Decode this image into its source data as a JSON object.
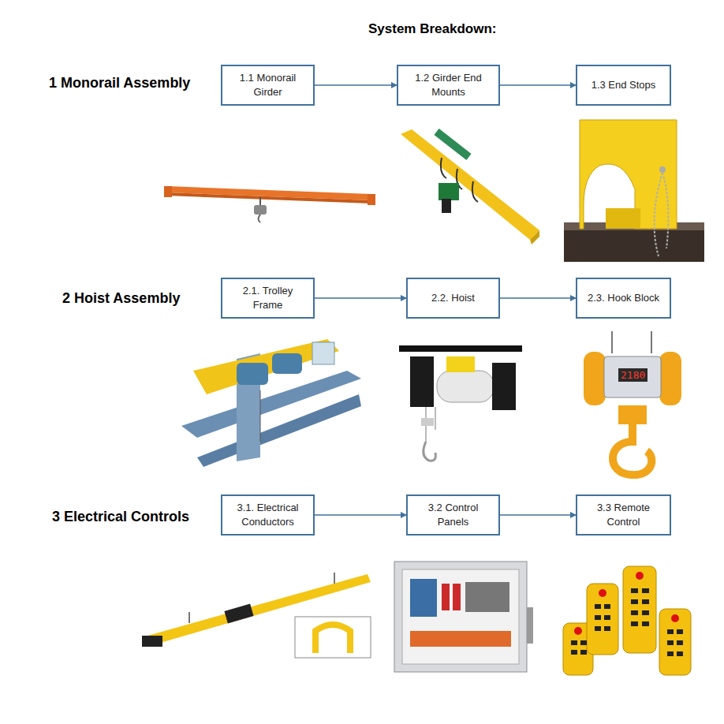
{
  "diagram": {
    "title": "System Breakdown:",
    "nodes": [
      {
        "text": [
          "1.1 Monorail Girder"
        ]
      },
      {
        "text": [
          "1.2 Girder End Mounts"
        ]
      },
      {
        "text": [
          "1.3 End Stops"
        ]
      },
      {
        "text": [
          "2.1. Trolley Frame"
        ]
      },
      {
        "text": [
          "2.2. Hoist"
        ]
      },
      {
        "text": [
          "2.3. Hook Block"
        ]
      },
      {
        "text": [
          "3.1. Electrical Conductors"
        ]
      },
      {
        "text": [
          "3.2 Control Panels"
        ]
      },
      {
        "text": [
          "3.3 Remote Control"
        ]
      }
    ],
    "edges": [
      {
        "from": 0,
        "to": 1,
        "arrow": "to"
      },
      {
        "from": 1,
        "to": 2,
        "arrow": "to"
      },
      {
        "from": 3,
        "to": 4,
        "arrow": "to"
      },
      {
        "from": 4,
        "to": 5,
        "arrow": "to"
      },
      {
        "from": 6,
        "to": 7,
        "arrow": "to"
      },
      {
        "from": 7,
        "to": 8,
        "arrow": "to"
      }
    ],
    "labels": [
      "1 Monorail Assembly",
      "2 Hoist Assembly",
      "3 Electrical Controls",
      "2180"
    ]
  }
}
